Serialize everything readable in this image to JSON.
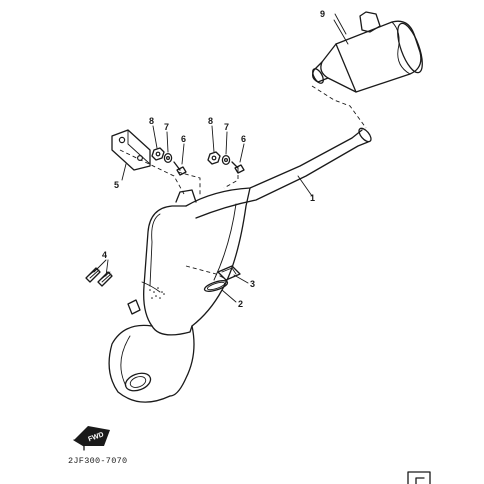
{
  "callouts": {
    "muffler": "9",
    "pipe": "1",
    "seal": "3",
    "gasket": "2",
    "springs": "4",
    "bracket": "5",
    "bolt_left": "6",
    "washer_left": "7",
    "nut_left": "8",
    "bolt_right": "6",
    "washer_right": "7",
    "nut_right": "8"
  },
  "fwd_label": "FWD",
  "diagram_code": "2JF300-7070",
  "page_marker": "└┐"
}
